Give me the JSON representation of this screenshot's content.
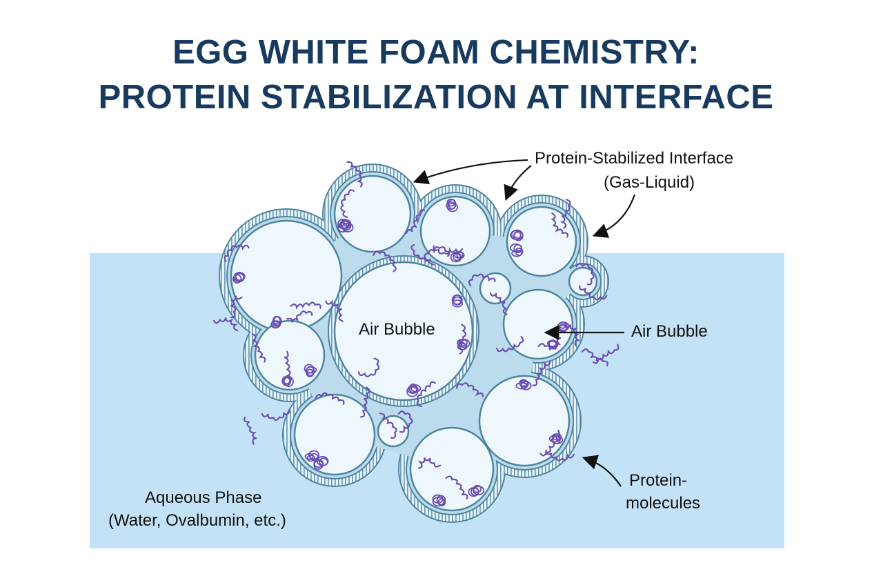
{
  "title": {
    "line1": "EGG WHITE FOAM CHEMISTRY:",
    "line2": "PROTEIN STABILIZATION AT INTERFACE"
  },
  "labels": {
    "interface_line1": "Protein-Stabilized Interface",
    "interface_line2": "(Gas-Liquid)",
    "air_bubble_center": "Air Bubble",
    "air_bubble_right": "Air Bubble",
    "protein_line1": "Protein-",
    "protein_line2": "molecules",
    "aqueous_line1": "Aqueous Phase",
    "aqueous_line2": "(Water, Ovalbumin, etc.)"
  },
  "colors": {
    "title": "#173a5e",
    "water": "#c4e2f5",
    "membrane": "#4f84a0",
    "bubble": "#eef7fc",
    "protein": "#6b4fb3"
  }
}
